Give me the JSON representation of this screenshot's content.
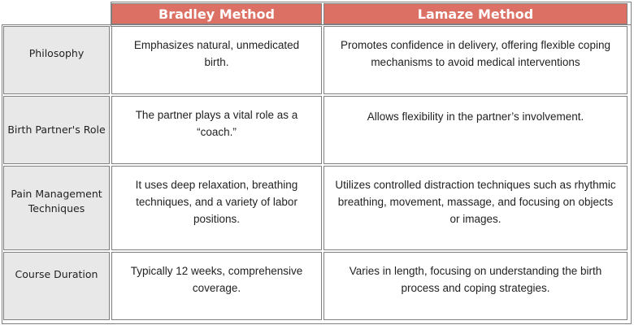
{
  "table": {
    "columns": [
      "",
      "Bradley Method",
      "Lamaze Method"
    ],
    "header_color": "#dd7064",
    "label_bg": "#e8e8e8",
    "border_color": "#808080",
    "rows": [
      {
        "label": "Philosophy",
        "bradley": "Emphasizes natural, unmedicated birth.",
        "lamaze": "Promotes confidence in delivery, offering flexible coping mechanisms to avoid medical interventions"
      },
      {
        "label": "Birth Partner's Role",
        "bradley": "The partner plays a vital role as a “coach.”",
        "lamaze": "Allows flexibility in the partner’s involvement."
      },
      {
        "label": "Pain Management Techniques",
        "bradley": "It uses deep relaxation, breathing techniques, and a variety of labor positions.",
        "lamaze": "Utilizes controlled distraction techniques such as rhythmic breathing, movement, massage, and focusing on objects or images."
      },
      {
        "label": "Course Duration",
        "bradley": "Typically 12 weeks, comprehensive coverage.",
        "lamaze": "Varies in length, focusing on understanding the birth process and coping strategies."
      }
    ]
  }
}
